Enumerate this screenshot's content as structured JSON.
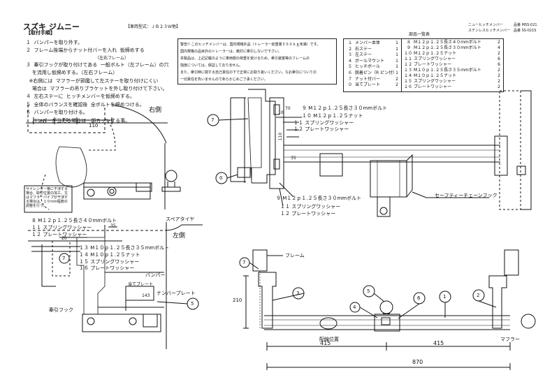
{
  "header": {
    "title": "スズキ  ジムニー",
    "model": "【車両型式：ＪＢ２３Ｗ他】",
    "product_1": "ニューヒッチメンバー",
    "product_1_code": "品番 MSS-021",
    "product_2": "ステンレスヒッチメンバー",
    "product_2_code": "品番 SS-021S"
  },
  "procedure": {
    "heading": "【取付手順】",
    "steps": [
      "１  バンパーを取り外す。",
      "２  フレーム後端からナット付バーを入れ  仮締めする",
      "                                                    （左右フレーム）",
      "３  牽引フックが取り付けてある  一般ボルト（左フレーム）の穴",
      "    を流用し仮締めする。（左右フレーム）",
      "  ※右側には  マフラーが邪魔して左ステーを取り付けにくい",
      "    場合は  マフラーの吊りブラケットを外し取り付けて下さい。",
      "４  左右ステーに  ヒッチメンバーを仮締めする。",
      "５  全体のバランスを確認後  全ボルトを締めつける。",
      "６  バンパーを取り付ける。",
      "    バンパーが当たる場合は一部カットする事。"
    ]
  },
  "warning": {
    "lines": [
      "警告!! このヒッチメンバーは、国内規格外品（トレーラー総重量５５０ｋｇ未満）です。",
      "国内規格の品目外のトレーラーは、絶対に牽引しないで下さい。",
      "本製品は、上記記載のように車両側の荷重を受けるため、牽引装置等のフレームの",
      "強度については、保証しておりません。",
      "また、牽引時に関する自己責任の下で正常にお取り扱いください。なお牽引についての",
      "一切責任を負いませんのであらかじめご了承ください。"
    ]
  },
  "parts_list": {
    "heading": "部品一覧表",
    "left": [
      {
        "no": "１",
        "name": "メンバー本体",
        "qty": "1"
      },
      {
        "no": "２",
        "name": "右ステー",
        "qty": "1"
      },
      {
        "no": "３",
        "name": "左ステー",
        "qty": "1"
      },
      {
        "no": "４",
        "name": "ボールマウント",
        "qty": "1"
      },
      {
        "no": "５",
        "name": "ヒッチボール",
        "qty": "1"
      },
      {
        "no": "６",
        "name": "脱着ピン（R ピン付）",
        "qty": "1"
      },
      {
        "no": "７",
        "name": "ナット付バー",
        "qty": "2"
      },
      {
        "no": "０",
        "name": "当てプレート",
        "qty": "2"
      }
    ],
    "right": [
      {
        "no": "８",
        "name": "M１２ｐ１.２５長さ４０mmボルト",
        "qty": "2"
      },
      {
        "no": "９",
        "name": "M１２ｐ１.２５長さ３０mmボルト",
        "qty": "4"
      },
      {
        "no": "１０",
        "name": "M１２ｐ１.２５ナット",
        "qty": "2"
      },
      {
        "no": "１１",
        "name": "スプリングワッシャー",
        "qty": "6"
      },
      {
        "no": "１２",
        "name": "プレートワッシャー",
        "qty": "6"
      },
      {
        "no": "１３",
        "name": "M１０ｐ１.２５長さ３５mmボルト",
        "qty": "2"
      },
      {
        "no": "１４",
        "name": "M１０ｐ１.２５ナット",
        "qty": "2"
      },
      {
        "no": "１５",
        "name": "スプリングワッシャー",
        "qty": "2"
      },
      {
        "no": "１６",
        "name": "プレートワッシャー",
        "qty": "2"
      }
    ]
  },
  "right_side": {
    "label": "右側",
    "dim_20": "20",
    "dim_70": "70",
    "dim_110": "110",
    "note": "サイレンサー等に干渉する場合、取付位置の加工、又はマフラーパイプが干渉する場合は、１０mm程度の調整を行う。"
  },
  "top_view": {
    "bolt9": "９  M１２ｐ１.２５長さ３０mmボルト",
    "bolt10": "１０  M１２ｐ１.２５ナット",
    "sw11": "１１  スプリングワッシャー",
    "pw12": "１２  プレートワッシャー",
    "bolt9b": "９  M１２ｐ１.２５長さ３０mmボルト",
    "sw11b": "１１  スプリングワッシャー",
    "pw12b": "１２  プレートワッシャー",
    "dim_70": "70",
    "dim_10": "10",
    "dim_110": "110",
    "dim_35": "35",
    "safety_hook": "セーフティーチェーンフック",
    "c7": "7",
    "c0": "0"
  },
  "left_side": {
    "spare_tire": "スペアタイヤ",
    "label": "左側",
    "bolt8": "８  M１２ｐ１.２５長さ４０mmボルト",
    "sw11": "１１  スプリングワッシャー",
    "pw12": "１２  プレートワッシャー",
    "bolt13": "１３  M１０ｐ１.２５長さ３５mmボルト",
    "nut14": "１４  M１０ｐ１.２５ナット",
    "sw15": "１５  スプリングワッシャー",
    "pw16": "１６  プレートワッシャー",
    "bumper": "バンパー",
    "plate": "当てプレート",
    "number_plate": "ナンバープレート",
    "tow_hook": "牽引フック",
    "dim_35": "35",
    "dim_20": "20",
    "dim_143": "143",
    "c7": "7",
    "c5": "5"
  },
  "rear_view": {
    "frame": "フレーム",
    "plate_position": "配線位置",
    "muffler": "マフラー",
    "dim_415_left": "415",
    "dim_415_right": "415",
    "dim_870": "870",
    "dim_210": "210",
    "c7": "7",
    "c3": "3",
    "c4": "4",
    "c5": "5",
    "c6": "6",
    "c1": "1",
    "c2": "2"
  }
}
